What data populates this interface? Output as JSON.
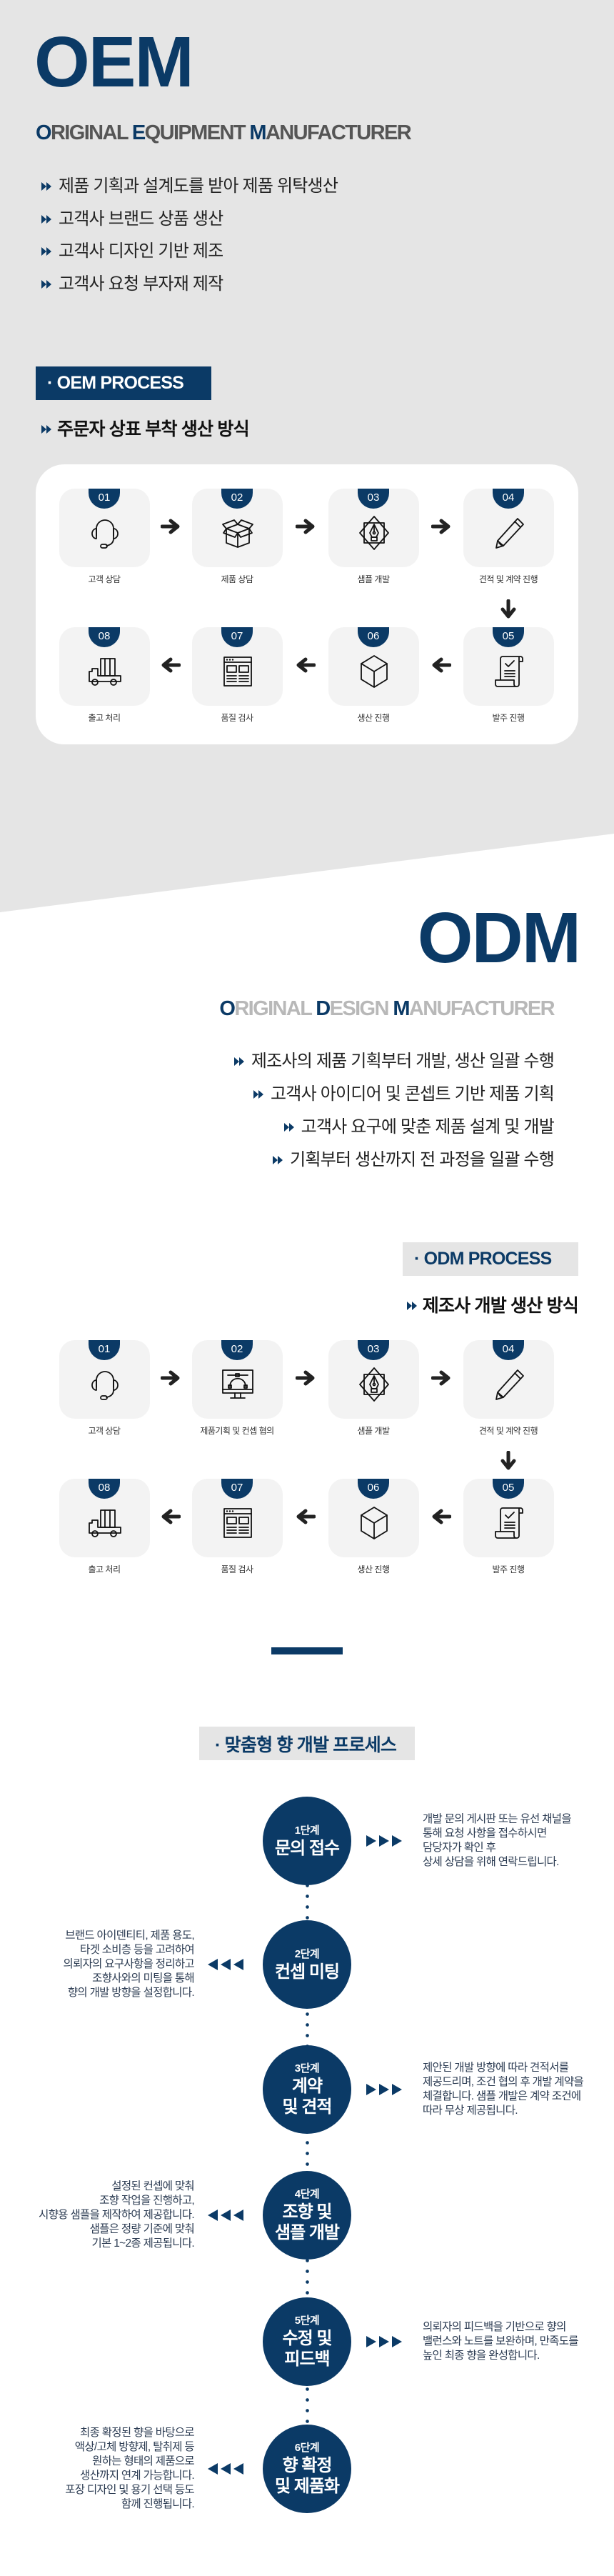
{
  "colors": {
    "navy": "#0b3a66",
    "gray_bg": "#e5e5e5",
    "box_bg": "#f3f3f3"
  },
  "oem": {
    "title": "OEM",
    "subtitle": [
      {
        "initial": "O",
        "rest": "RIGINAL "
      },
      {
        "initial": "E",
        "rest": "QUIPMENT "
      },
      {
        "initial": "M",
        "rest": "ANUFACTURER"
      }
    ],
    "bullets": [
      "제품 기획과 설계도를 받아 제품 위탁생산",
      "고객사 브랜드 상품 생산",
      "고객사 디자인 기반 제조",
      "고객사 요청 부자재 제작"
    ],
    "process_tag": "· OEM PROCESS",
    "process_subtitle": "주문자 상표 부착 생산 방식",
    "steps": [
      {
        "num": "01",
        "label": "고객 상담",
        "icon": "headset-icon"
      },
      {
        "num": "02",
        "label": "제품 상담",
        "icon": "open-box-icon"
      },
      {
        "num": "03",
        "label": "샘플 개발",
        "icon": "pen-nib-icon"
      },
      {
        "num": "04",
        "label": "견적 및 계약 진행",
        "icon": "pencil-icon"
      },
      {
        "num": "05",
        "label": "발주 진행",
        "icon": "receipt-icon"
      },
      {
        "num": "06",
        "label": "생산 진행",
        "icon": "cube-icon"
      },
      {
        "num": "07",
        "label": "품질 검사",
        "icon": "browser-window-icon"
      },
      {
        "num": "08",
        "label": "출고 처리",
        "icon": "truck-icon"
      }
    ]
  },
  "odm": {
    "title": "ODM",
    "subtitle": [
      {
        "initial": "O",
        "rest": "RIGINAL "
      },
      {
        "initial": "D",
        "rest": "ESIGN "
      },
      {
        "initial": "M",
        "rest": "ANUFACTURER"
      }
    ],
    "bullets": [
      "제조사의 제품 기획부터 개발, 생산 일괄 수행",
      "고객사 아이디어 및 콘셉트 기반 제품 기획",
      "고객사 요구에 맞춘 제품 설계 및 개발",
      "기획부터 생산까지 전 과정을 일괄 수행"
    ],
    "process_tag": "· ODM PROCESS",
    "process_subtitle": "제조사 개발 생산 방식",
    "steps": [
      {
        "num": "01",
        "label": "고객 상담",
        "icon": "headset-icon"
      },
      {
        "num": "02",
        "label": "제품기획 및 컨셉 협의",
        "icon": "monitor-bezier-icon"
      },
      {
        "num": "03",
        "label": "샘플 개발",
        "icon": "pen-nib-icon"
      },
      {
        "num": "04",
        "label": "견적 및 계약 진행",
        "icon": "pencil-icon"
      },
      {
        "num": "05",
        "label": "발주 진행",
        "icon": "receipt-icon"
      },
      {
        "num": "06",
        "label": "생산 진행",
        "icon": "cube-icon"
      },
      {
        "num": "07",
        "label": "품질 검사",
        "icon": "browser-window-icon"
      },
      {
        "num": "08",
        "label": "출고 처리",
        "icon": "truck-icon"
      }
    ]
  },
  "custom": {
    "title": "· 맞춤형 향 개발 프로세스",
    "steps": [
      {
        "stage": "1단계",
        "title": [
          "문의 접수"
        ],
        "desc": [
          "개발 문의 게시판 또는 유선 채널을",
          "통해 요청 사항을 접수하시면",
          "담당자가 확인 후",
          "상세 상담을 위해 연락드립니다."
        ]
      },
      {
        "stage": "2단계",
        "title": [
          "컨셉 미팅"
        ],
        "desc": [
          "브랜드 아이덴티티, 제품 용도,",
          "타겟 소비층 등을 고려하여",
          "의뢰자의 요구사항을 정리하고",
          "조향사와의 미팅을 통해",
          "향의 개발 방향을 설정합니다."
        ]
      },
      {
        "stage": "3단계",
        "title": [
          "계약",
          "및 견적"
        ],
        "desc": [
          "제안된 개발 방향에 따라 견적서를",
          "제공드리며, 조건 협의 후 개발 계약을",
          "체결합니다. 샘플 개발은 계약 조건에",
          "따라 무상 제공됩니다."
        ]
      },
      {
        "stage": "4단계",
        "title": [
          "조향 및",
          "샘플 개발"
        ],
        "desc": [
          "설정된 컨셉에 맞춰",
          "조향 작업을 진행하고,",
          "시향용 샘플을 제작하여 제공합니다.",
          "샘플은 정량 기준에 맞춰",
          "기본 1~2종 제공됩니다."
        ]
      },
      {
        "stage": "5단계",
        "title": [
          "수정 및",
          "피드백"
        ],
        "desc": [
          "의뢰자의 피드백을 기반으로 향의",
          "밸런스와 노트를 보완하며, 만족도를",
          "높인 최종 향을 완성합니다."
        ]
      },
      {
        "stage": "6단계",
        "title": [
          "향 확정",
          "및 제품화"
        ],
        "desc": [
          "최종 확정된 향을 바탕으로",
          "액상/고체 방향제, 탈취제 등",
          "원하는 형태의 제품으로",
          "생산까지 연계 가능합니다.",
          "포장 디자인 및 용기 선택 등도",
          "함께 진행됩니다."
        ]
      }
    ]
  }
}
